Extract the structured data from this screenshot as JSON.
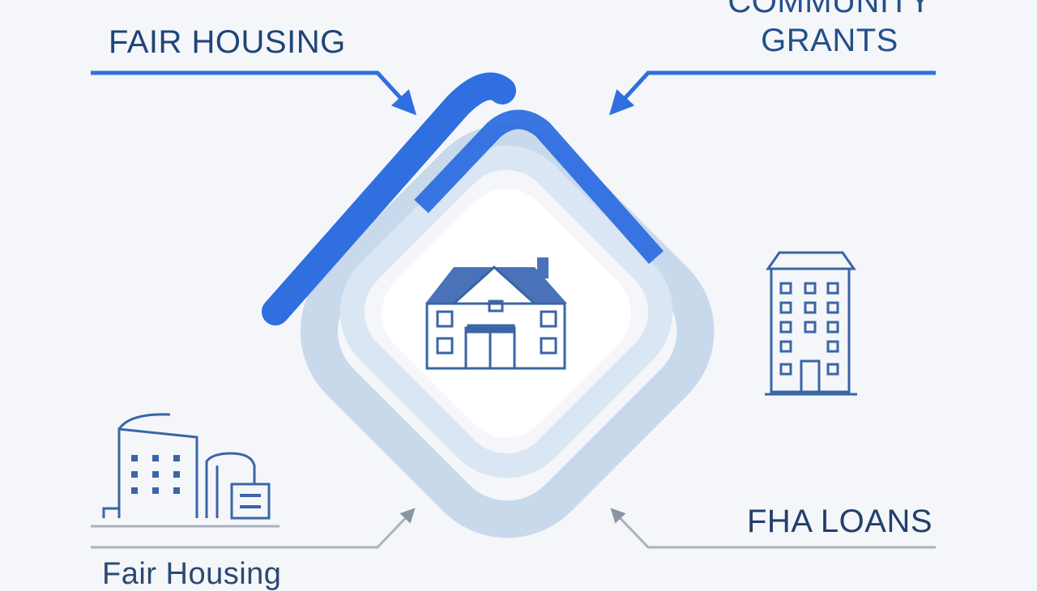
{
  "labels": {
    "top_left": "FAIR HOUSING",
    "top_right_line1": "COMMUNITY",
    "top_right_line2": "GRANTS",
    "bottom_right": "FHA LOANS",
    "bottom_left": "Fair Housing"
  },
  "icons": {
    "center": "house-icon",
    "right": "apartment-building-icon",
    "bottom_left": "city-buildings-icon"
  },
  "colors": {
    "accent_blue": "#2f6fe0",
    "light_blue": "#c3d5ea",
    "navy": "#1f4576",
    "background": "#f4f6f9"
  }
}
